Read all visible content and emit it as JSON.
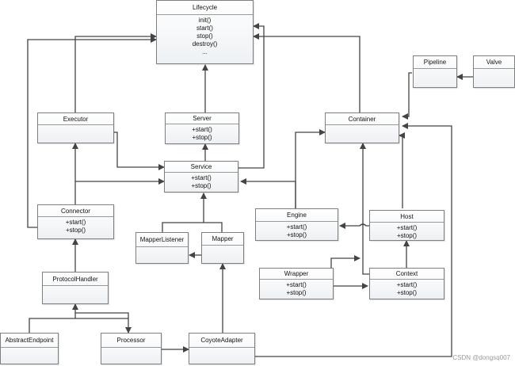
{
  "diagram": {
    "classes": [
      {
        "id": "lifecycle",
        "title": "Lifecycle",
        "ops": [
          "init()",
          "start()",
          "stop()",
          "destroy()",
          "..."
        ]
      },
      {
        "id": "pipeline",
        "title": "Pipeline",
        "ops": []
      },
      {
        "id": "valve",
        "title": "Valve",
        "ops": []
      },
      {
        "id": "executor",
        "title": "Executor",
        "ops": []
      },
      {
        "id": "server",
        "title": "Server",
        "ops": [
          "+start()",
          "+stop()"
        ]
      },
      {
        "id": "container",
        "title": "Container",
        "ops": []
      },
      {
        "id": "service",
        "title": "Service",
        "ops": [
          "+start()",
          "+stop()"
        ]
      },
      {
        "id": "connector",
        "title": "Connector",
        "ops": [
          "+start()",
          "+stop()"
        ]
      },
      {
        "id": "engine",
        "title": "Engine",
        "ops": [
          "+start()",
          "+stop()"
        ]
      },
      {
        "id": "host",
        "title": "Host",
        "ops": [
          "+start()",
          "+stop()"
        ]
      },
      {
        "id": "mapperlistener",
        "title": "MapperListener",
        "ops": []
      },
      {
        "id": "mapper",
        "title": "Mapper",
        "ops": []
      },
      {
        "id": "protocolhandler",
        "title": "ProtocolHandler",
        "ops": []
      },
      {
        "id": "wrapper",
        "title": "Wrapper",
        "ops": [
          "+start()",
          "+stop()"
        ]
      },
      {
        "id": "context",
        "title": "Context",
        "ops": [
          "+start()",
          "+stop()"
        ]
      },
      {
        "id": "abstractendpoint",
        "title": "AbstractEndpoint",
        "ops": []
      },
      {
        "id": "processor",
        "title": "Processor",
        "ops": []
      },
      {
        "id": "coyoteadapter",
        "title": "CoyoteAdapter",
        "ops": []
      }
    ],
    "watermark": "CSDN @dongsq007"
  },
  "colors": {
    "line": "#444444",
    "border": "#7f7f7f"
  }
}
